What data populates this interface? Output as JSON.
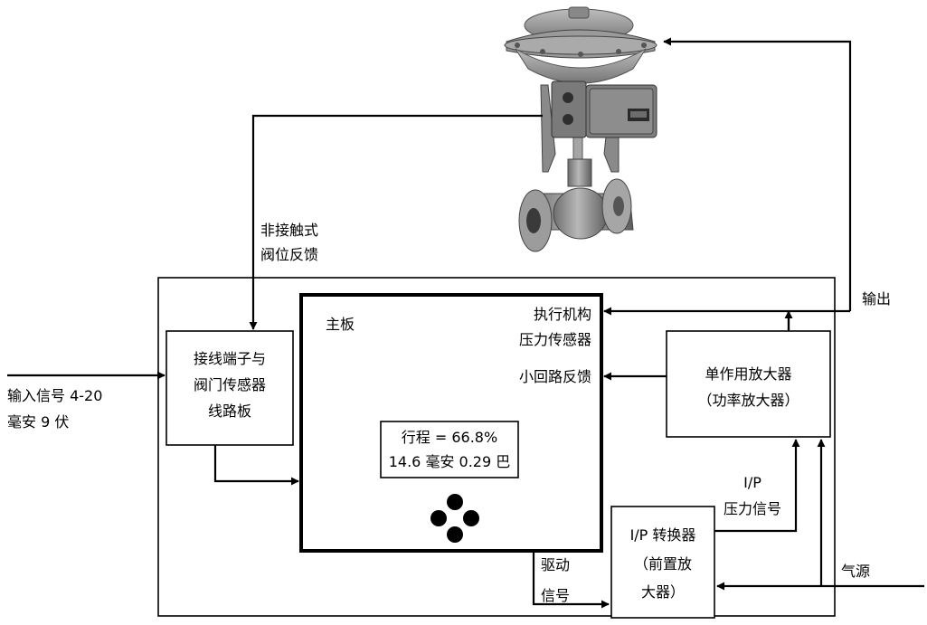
{
  "labels": {
    "feedback_line1": "非接触式",
    "feedback_line2": "阀位反馈",
    "output": "输出",
    "mainboard": "主板",
    "actuator_sensor_line1": "执行机构",
    "actuator_sensor_line2": "压力传感器",
    "minor_loop": "小回路反馈",
    "terminal_line1": "接线端子与",
    "terminal_line2": "阀门传感器",
    "terminal_line3": "线路板",
    "input_line1": "输入信号 4-20",
    "input_line2": "毫安 9 伏",
    "amp_line1": "单作用放大器",
    "amp_line2": "（功率放大器）",
    "readout_line1": "行程 = 66.8%",
    "readout_line2": "14.6 毫安 0.29 巴",
    "ip_signal_line1": "I/P",
    "ip_signal_line2": "压力信号",
    "ip_conv_line1": "I/P 转换器",
    "ip_conv_line2": "（前置放",
    "ip_conv_line3": "大器）",
    "drive_line1": "驱动",
    "drive_line2": "信号",
    "air_supply": "气源"
  },
  "colors": {
    "line": "#000000",
    "valve_body": "#8e8e8e",
    "valve_dark": "#4a4a4a",
    "valve_light": "#c4c4c4"
  },
  "icons": {
    "valve": "control-valve-with-positioner-icon",
    "buttons": "four-dot-pushbutton-icon"
  }
}
